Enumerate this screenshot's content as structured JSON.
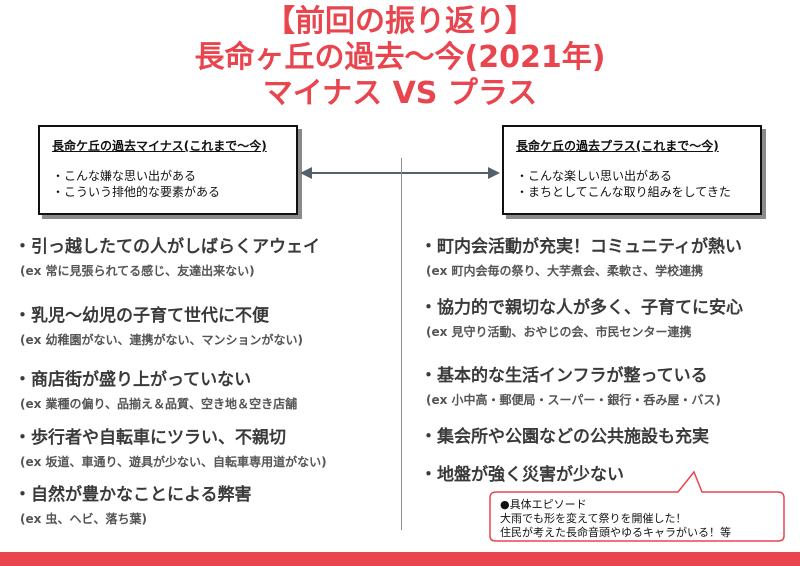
{
  "title": {
    "line1": "【前回の振り返り】",
    "line2": "長命ヶ丘の過去～今(2021年)",
    "line3": "マイナス VS プラス"
  },
  "left_box": {
    "heading": "長命ケ丘の過去マイナス(これまで～今)",
    "lines": [
      "・こんな嫌な思い出がある",
      "・こういう排他的な要素がある"
    ]
  },
  "right_box": {
    "heading": "長命ケ丘の過去プラス(これまで～今)",
    "lines": [
      "・こんな楽しい思い出がある",
      "・まちとしてこんな取り組みをしてきた"
    ]
  },
  "minus_items": [
    {
      "main": "・引っ越したての人がしばらくアウェイ",
      "sub": "(ex 常に見張られてる感じ、友達出来ない)"
    },
    {
      "main": "・乳児～幼児の子育て世代に不便",
      "sub": "(ex 幼稚園がない、連携がない、マンションがない)"
    },
    {
      "main": "・商店街が盛り上がっていない",
      "sub": "(ex 業種の偏り、品揃え＆品質、空き地＆空き店舗"
    },
    {
      "main": "・歩行者や自転車にツラい、不親切",
      "sub": "(ex 坂道、車通り、遊具が少ない、自転車専用道がない)"
    },
    {
      "main": "・自然が豊かなことによる弊害",
      "sub": "(ex 虫、ヘビ、落ち葉)"
    }
  ],
  "plus_items": [
    {
      "main": "・町内会活動が充実！コミュニティが熱い",
      "sub": "(ex 町内会毎の祭り、大芋煮会、柔軟さ、学校連携"
    },
    {
      "main": "・協力的で親切な人が多く、子育てに安心",
      "sub": "(ex 見守り活動、おやじの会、市民センター連携"
    },
    {
      "main": "・基本的な生活インフラが整っている",
      "sub": "(ex 小中高・郵便局・スーパー・銀行・呑み屋・バス)"
    },
    {
      "main": "・集会所や公園などの公共施設も充実",
      "sub": ""
    },
    {
      "main": "・地盤が強く災害が少ない",
      "sub": ""
    }
  ],
  "callout": {
    "lines": [
      "●具体エピソード",
      "大雨でも形を変えて祭りを開催した！",
      "住民が考えた長命音頭やゆるキャラがいる！等"
    ]
  },
  "colors": {
    "accent": "#e8454f",
    "text": "#333333",
    "divider": "#8e8e8e",
    "arrow": "#56606a"
  }
}
